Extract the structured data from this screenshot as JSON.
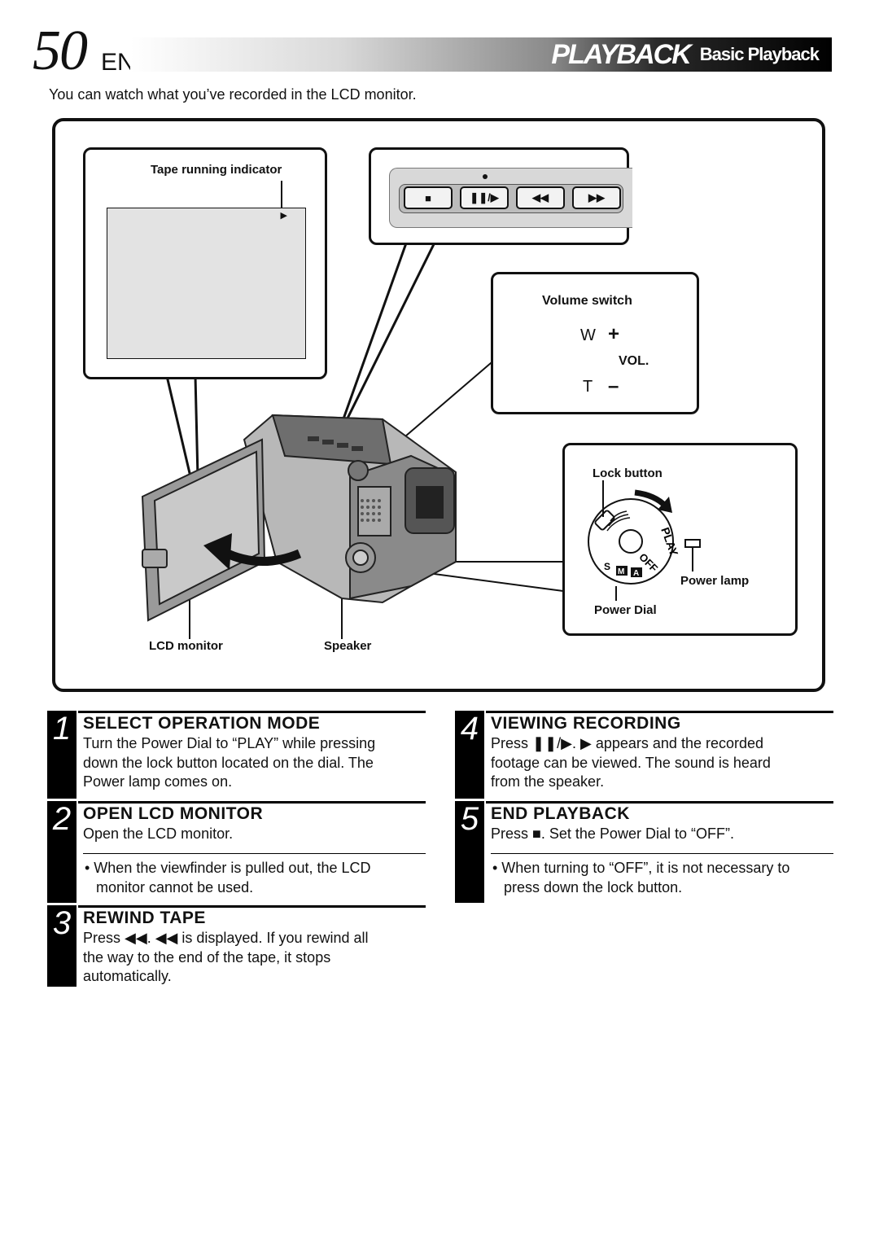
{
  "header": {
    "page_number": "50",
    "lang": "EN",
    "section_main": "PLAYBACK",
    "section_sub": "Basic Playback"
  },
  "intro": "You can watch what you’ve recorded in the LCD monitor.",
  "diagram": {
    "labels": {
      "tape_indicator": "Tape running indicator",
      "volume_switch": "Volume switch",
      "vol": "VOL.",
      "w": "W",
      "t": "T",
      "plus": "+",
      "minus": "–",
      "lock_button": "Lock button",
      "power_lamp": "Power lamp",
      "power_dial": "Power Dial",
      "lcd_monitor": "LCD monitor",
      "speaker": "Speaker"
    },
    "buttons": [
      "■",
      "❚❚/▶",
      "◀◀",
      "▶▶"
    ],
    "indicator_glyph": "▶",
    "dial_labels": {
      "play": "PLAY",
      "off": "OFF",
      "m": "M",
      "a": "A",
      "s": "S"
    }
  },
  "steps": [
    {
      "num": "1",
      "title": "SELECT OPERATION MODE",
      "body": [
        "Turn the Power Dial to “PLAY” while pressing",
        "down the lock button located on the dial. The",
        "Power lamp comes on."
      ]
    },
    {
      "num": "2",
      "title": "OPEN LCD MONITOR",
      "body": [
        "Open the LCD monitor."
      ],
      "note": [
        "• When the viewfinder is pulled out, the LCD",
        "monitor cannot be used."
      ]
    },
    {
      "num": "3",
      "title": "REWIND TAPE",
      "body": [
        "Press ◀◀. ◀◀ is displayed. If you rewind all",
        "the way to the end of the tape, it stops",
        "automatically."
      ]
    },
    {
      "num": "4",
      "title": "VIEWING RECORDING",
      "body": [
        "Press ❚❚/▶. ▶ appears and the recorded",
        "footage can be viewed. The sound is heard",
        "from the speaker."
      ]
    },
    {
      "num": "5",
      "title": "END PLAYBACK",
      "body": [
        "Press ■. Set the Power Dial to “OFF”."
      ],
      "note": [
        "• When turning to “OFF”, it is not necessary to",
        "press down the lock button."
      ]
    }
  ]
}
